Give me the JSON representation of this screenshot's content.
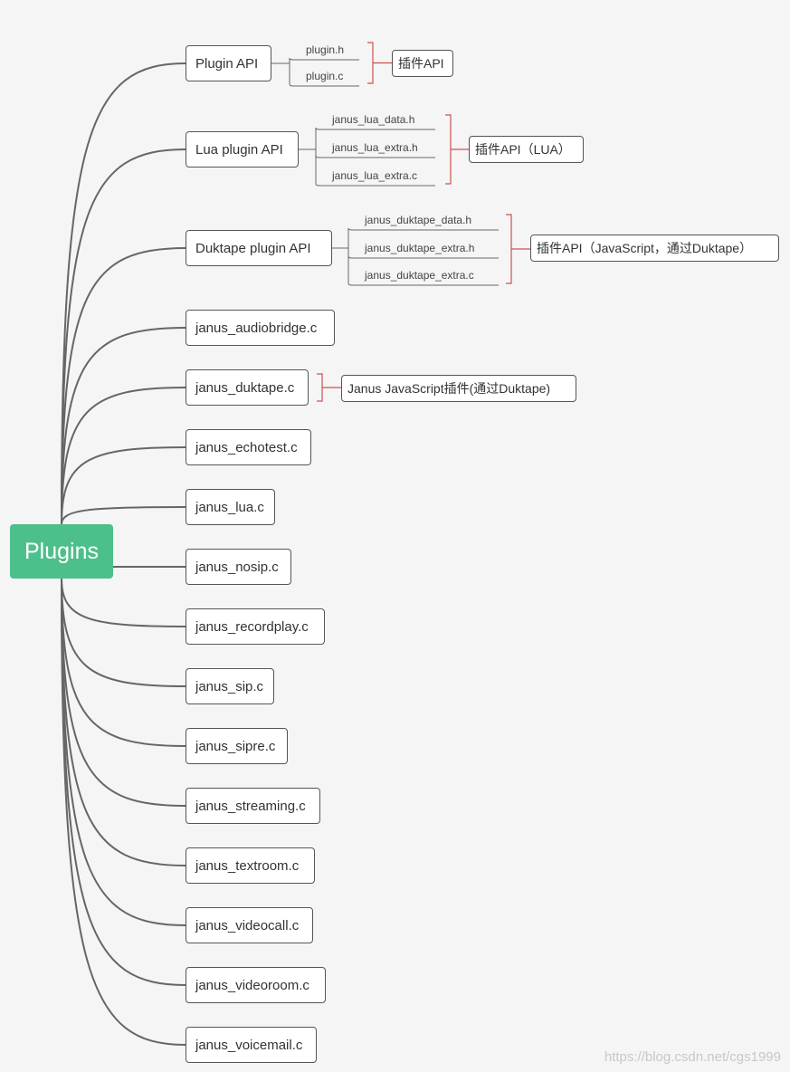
{
  "root": {
    "label": "Plugins"
  },
  "branches": [
    {
      "label": "Plugin API",
      "children": [
        "plugin.h",
        "plugin.c"
      ],
      "note": "插件API"
    },
    {
      "label": "Lua plugin API",
      "children": [
        "janus_lua_data.h",
        "janus_lua_extra.h",
        "janus_lua_extra.c"
      ],
      "note": "插件API（LUA）"
    },
    {
      "label": "Duktape plugin API",
      "children": [
        "janus_duktape_data.h",
        "janus_duktape_extra.h",
        "janus_duktape_extra.c"
      ],
      "note": "插件API（JavaScript，通过Duktape）"
    },
    {
      "label": "janus_audiobridge.c"
    },
    {
      "label": "janus_duktape.c",
      "note": "Janus JavaScript插件(通过Duktape)"
    },
    {
      "label": "janus_echotest.c"
    },
    {
      "label": "janus_lua.c"
    },
    {
      "label": "janus_nosip.c"
    },
    {
      "label": "janus_recordplay.c"
    },
    {
      "label": "janus_sip.c"
    },
    {
      "label": "janus_sipre.c"
    },
    {
      "label": "janus_streaming.c"
    },
    {
      "label": "janus_textroom.c"
    },
    {
      "label": "janus_videocall.c"
    },
    {
      "label": "janus_videoroom.c"
    },
    {
      "label": "janus_voicemail.c"
    }
  ],
  "watermark": "https://blog.csdn.net/cgs1999",
  "colors": {
    "root": "#4dbf8b",
    "link": "#666666",
    "bracket": "#d05050",
    "background": "#f5f5f5"
  }
}
